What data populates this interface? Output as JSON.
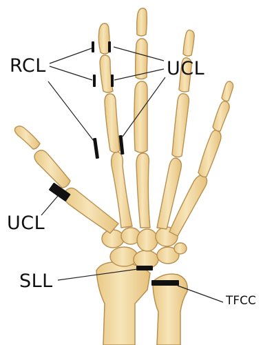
{
  "labels": {
    "rcl": "RCL",
    "ucl_fingers": "UCL",
    "ucl_thumb": "UCL",
    "sll": "SLL",
    "tfcc": "TFCC"
  },
  "colors": {
    "bone": "#f3d9a4",
    "bone_outline": "#b98f4f",
    "ligament": "#111111",
    "leader_line": "#222222",
    "text": "#111111"
  }
}
